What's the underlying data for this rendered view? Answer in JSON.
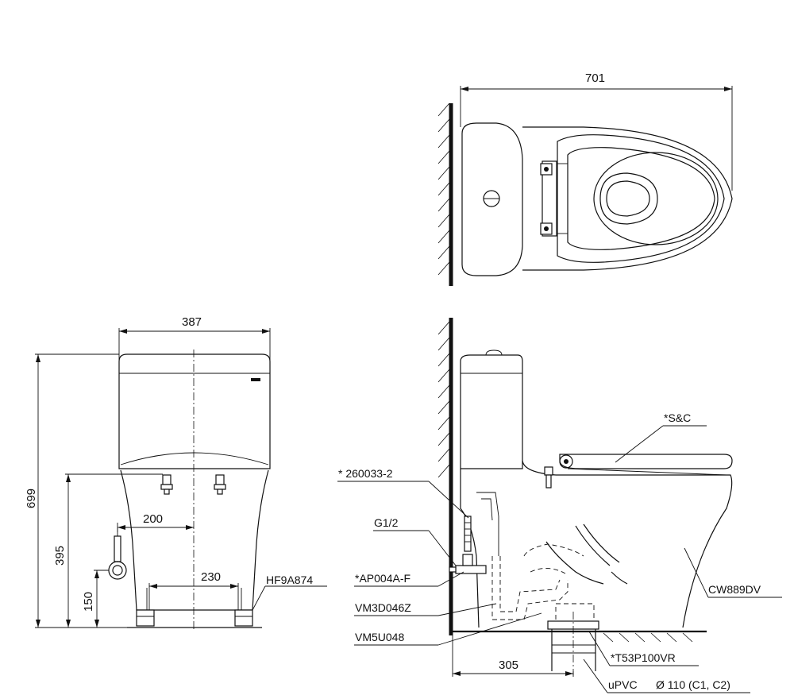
{
  "dimensions": {
    "top_width": "701",
    "front_width": "387",
    "height": "699",
    "inlet_height": "395",
    "inlet_low": "150",
    "inlet_offset": "200",
    "bolt_spacing": "230",
    "outlet_distance": "305"
  },
  "parts": {
    "bolt_kit": "HF9A874",
    "seat_cover": "*S&C",
    "flex_hose": "* 260033-2",
    "inlet_thread": "G1/2",
    "angle_valve": "*AP004A-F",
    "flange_a": "VM3D046Z",
    "flange_b": "VM5U048",
    "body": "CW889DV",
    "trap": "*T53P100VR",
    "pipe_type": "uPVC",
    "pipe_size": "Ø 110 (C1, C2)"
  }
}
